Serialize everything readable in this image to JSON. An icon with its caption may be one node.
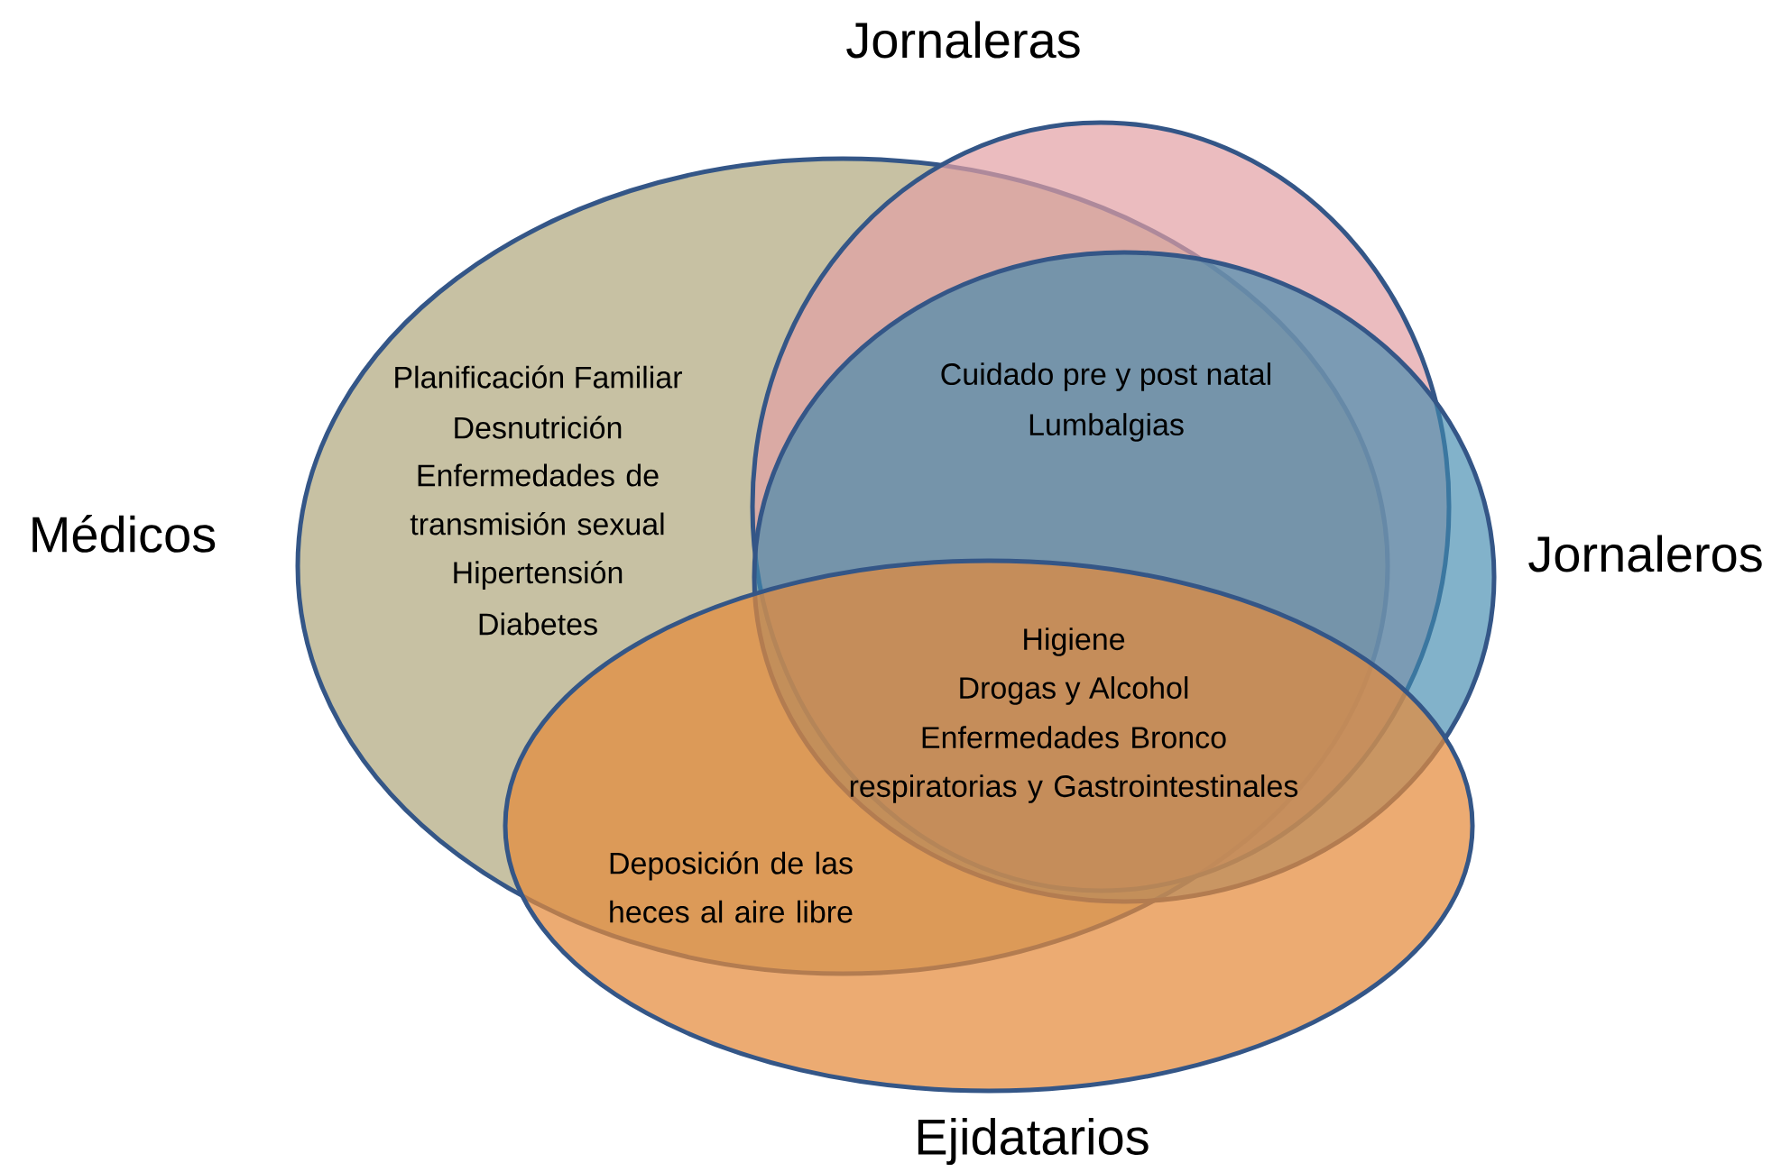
{
  "diagram": {
    "nodes": [
      {
        "text": [
          "Médicos"
        ]
      },
      {
        "text": [
          "Jornaleras"
        ]
      },
      {
        "text": [
          "Jornaleros"
        ]
      },
      {
        "text": [
          "Ejidatarios"
        ]
      }
    ],
    "labels": [
      "Planificación Familiar",
      "Desnutrición",
      "Enfermedades de transmisión sexual",
      "Hipertensión",
      "Diabetes",
      "Cuidado pre y post natal",
      "Lumbalgias",
      "Higiene",
      "Drogas y Alcohol",
      "Enfermedades Bronco respiratorias y Gastrointestinales",
      "Deposición de las heces al aire libre"
    ]
  }
}
